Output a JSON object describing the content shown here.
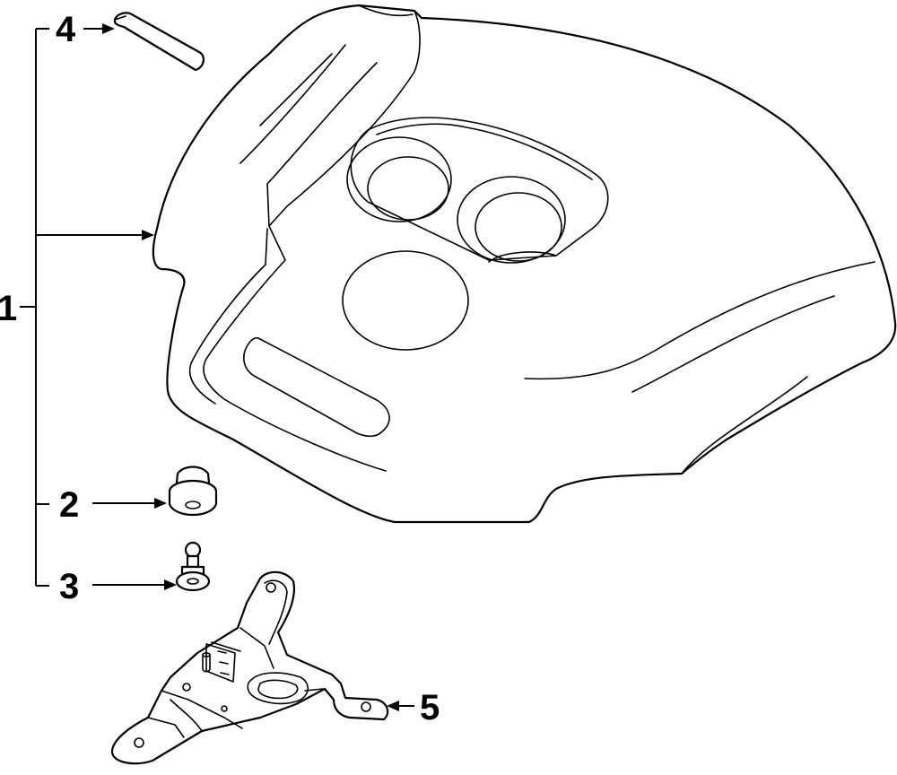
{
  "callouts": {
    "c1": "1",
    "c2": "2",
    "c3": "3",
    "c4": "4",
    "c5": "5"
  },
  "parts": [
    {
      "id": "engine-cover",
      "callout": "1"
    },
    {
      "id": "grommet",
      "callout": "2"
    },
    {
      "id": "ball-stud",
      "callout": "3"
    },
    {
      "id": "emblem-strip",
      "callout": "4"
    },
    {
      "id": "mounting-bracket",
      "callout": "5"
    }
  ],
  "colors": {
    "line": "#000000",
    "background": "#ffffff"
  }
}
